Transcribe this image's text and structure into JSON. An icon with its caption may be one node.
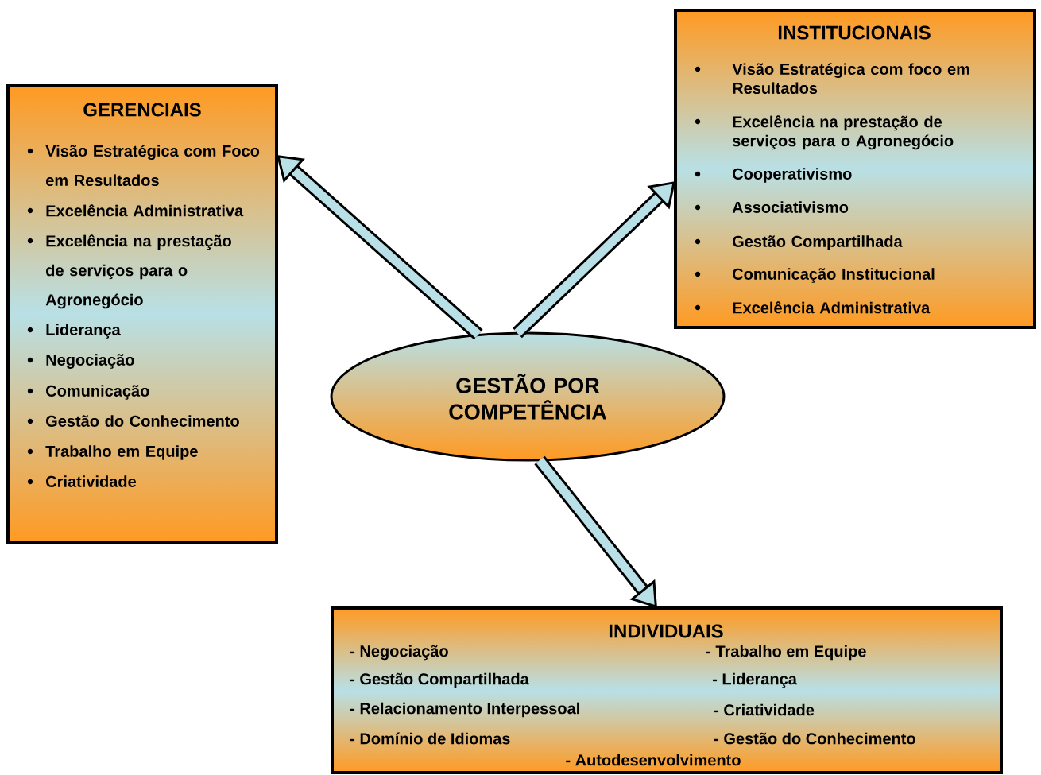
{
  "diagram": {
    "nodes": [
      {
        "text": [
          "GESTÃO POR COMPETÊNCIA"
        ]
      },
      {
        "text": [
          "GERENCIAIS",
          "Visão Estratégica com Foco em Resultados",
          "Excelência Administrativa",
          "Excelência na prestação de serviços para o Agronegócio",
          "Liderança",
          "Negociação",
          "Comunicação",
          "Gestão do Conhecimento",
          "Trabalho em Equipe",
          "Criatividade"
        ]
      },
      {
        "text": [
          "INSTITUCIONAIS",
          "Visão Estratégica com foco em Resultados",
          "Excelência na prestação de serviços para o Agronegócio",
          "Cooperativismo",
          "Associativismo",
          "Gestão Compartilhada",
          "Comunicação Institucional",
          "Excelência Administrativa"
        ]
      },
      {
        "text": [
          "INDIVIDUAIS",
          "- Negociação",
          "- Trabalho em Equipe",
          "- Gestão Compartilhada",
          "- Liderança",
          "- Relacionamento Interpessoal",
          "- Criatividade",
          "- Domínio de Idiomas",
          "- Gestão do Conhecimento",
          "- Autodesenvolvimento"
        ]
      }
    ],
    "edges": [
      {
        "from": 0,
        "to": 1,
        "arrow": "to"
      },
      {
        "from": 0,
        "to": 2,
        "arrow": "to"
      },
      {
        "from": 0,
        "to": 3,
        "arrow": "to"
      }
    ]
  }
}
